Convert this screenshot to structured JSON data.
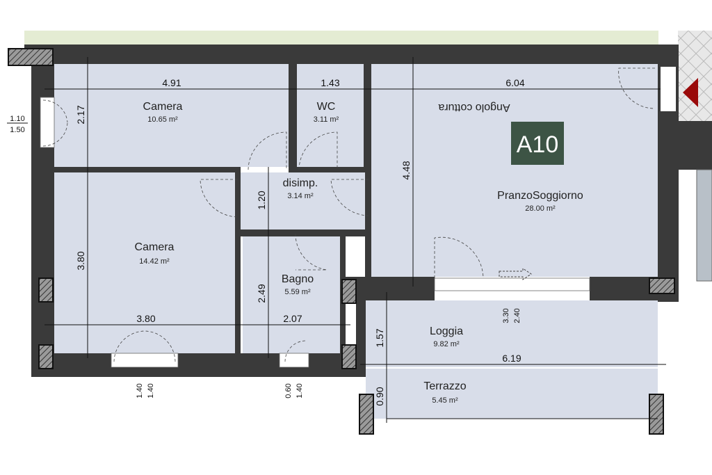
{
  "unit_code": "A10",
  "rooms": {
    "camera1": {
      "name": "Camera",
      "area": "10.65 m²"
    },
    "wc": {
      "name": "WC",
      "area": "3.11 m²"
    },
    "disimp": {
      "name": "disimp.",
      "area": "3.14 m²"
    },
    "camera2": {
      "name": "Camera",
      "area": "14.42 m²"
    },
    "bagno": {
      "name": "Bagno",
      "area": "5.59 m²"
    },
    "soggiorno": {
      "name": "PranzoSoggiorno",
      "area": "28.00 m²"
    },
    "cucina_label": "Angolo cottura",
    "loggia": {
      "name": "Loggia",
      "area": "9.82 m²"
    },
    "terrazzo": {
      "name": "Terrazzo",
      "area": "5.45 m²"
    }
  },
  "dimensions": {
    "camera1_width": "4.91",
    "camera1_height": "2.17",
    "wc_width": "1.43",
    "soggiorno_width": "6.04",
    "soggiorno_height": "4.48",
    "disimp_height": "1.20",
    "camera2_height": "3.80",
    "camera2_width": "3.80",
    "bagno_height": "2.49",
    "bagno_width": "2.07",
    "loggia_height": "1.57",
    "loggia_width": "6.19",
    "terrazzo_height": "0.90",
    "left_window_a": "1.10",
    "left_window_b": "1.50",
    "bottom_window1_a": "1.40",
    "bottom_window1_b": "1.40",
    "bottom_window2_a": "0.60",
    "bottom_window2_b": "1.40",
    "loggia_door_a": "3.30",
    "loggia_door_b": "2.40"
  },
  "colors": {
    "wall": "#3a3a3a",
    "room": "#d8dde9",
    "badge": "#3d5445",
    "outside": "#e4ecd3",
    "arrow": "#9a0a0a"
  }
}
